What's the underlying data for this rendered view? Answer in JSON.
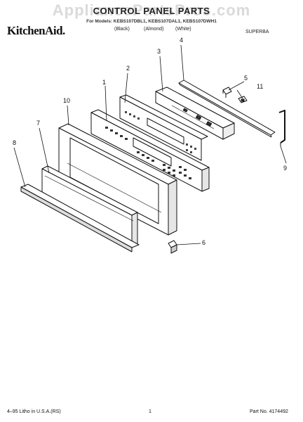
{
  "header": {
    "brand": "KitchenAid.",
    "watermark": "AppliancePartsPros.com",
    "title": "CONTROL PANEL PARTS",
    "models": "For Models: KEBS107DBL1, KEBS107DAL1, KEBS107DWH1",
    "color_black": "(Black)",
    "color_almond": "(Almond)",
    "color_white": "(White)",
    "supplier": "SUPERBA"
  },
  "callouts": {
    "c1": "1",
    "c2": "2",
    "c3": "3",
    "c4": "4",
    "c5": "5",
    "c6": "6",
    "c7": "7",
    "c8": "8",
    "c9": "9",
    "c10": "10",
    "c11": "11"
  },
  "footer": {
    "left": "4–95 Litho in U.S.A.(RS)",
    "center": "1",
    "right": "Part No. 4174492"
  }
}
